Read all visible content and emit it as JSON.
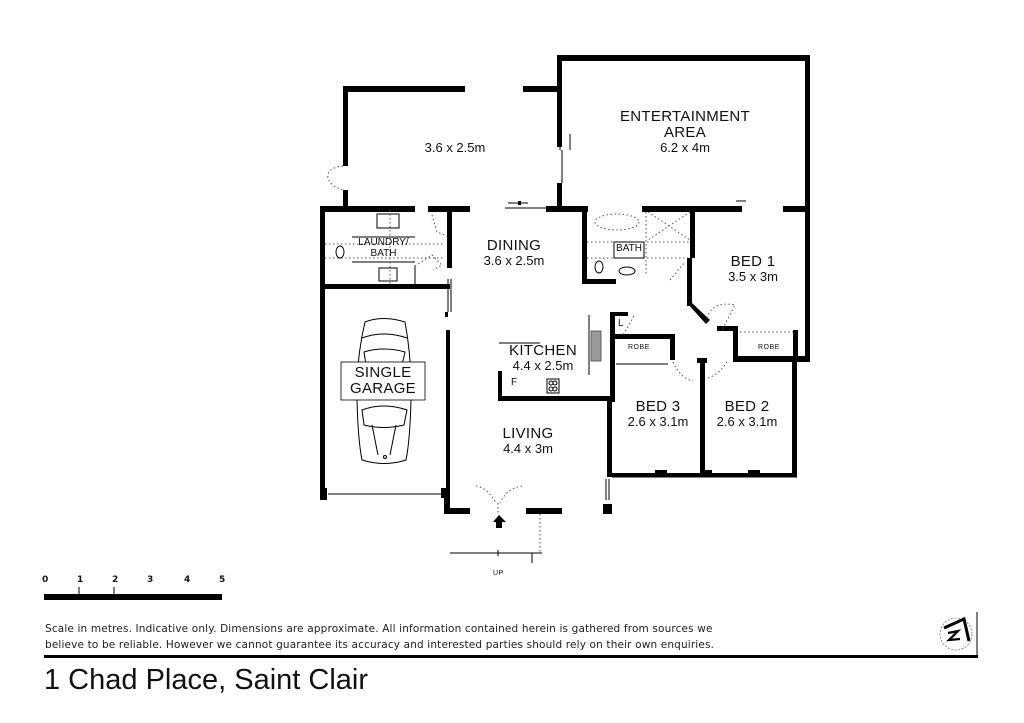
{
  "property": {
    "address": "1 Chad Place, Saint Clair"
  },
  "rooms": [
    {
      "id": "alfresco",
      "name": "",
      "dimensions": "3.6 x 2.5m"
    },
    {
      "id": "entertainment",
      "name_line1": "ENTERTAINMENT",
      "name_line2": "AREA",
      "dimensions": "6.2 x 4m"
    },
    {
      "id": "laundry",
      "name_line1": "LAUNDRY/",
      "name_line2": "BATH"
    },
    {
      "id": "dining",
      "name": "DINING",
      "dimensions": "3.6 x 2.5m"
    },
    {
      "id": "bath",
      "name": "BATH"
    },
    {
      "id": "bed1",
      "name": "BED 1",
      "dimensions": "3.5 x 3m"
    },
    {
      "id": "kitchen",
      "name": "KITCHEN",
      "dimensions": "4.4 x 2.5m"
    },
    {
      "id": "garage",
      "name_line1": "SINGLE",
      "name_line2": "GARAGE"
    },
    {
      "id": "bed3",
      "name": "BED 3",
      "dimensions": "2.6 x 3.1m"
    },
    {
      "id": "bed2",
      "name": "BED 2",
      "dimensions": "2.6 x 3.1m"
    },
    {
      "id": "living",
      "name": "LIVING",
      "dimensions": "4.4 x 3m"
    }
  ],
  "fixtures": {
    "linen": "L",
    "robe_bed3": "ROBE",
    "robe_bed1": "ROBE",
    "fridge": "F",
    "stairs": "UP"
  },
  "scale": {
    "unit": "metres",
    "ticks": [
      "0",
      "1",
      "2",
      "3",
      "4",
      "5"
    ]
  },
  "footer": {
    "disclaimer_line1": "Scale in metres. Indicative only. Dimensions are approximate.  All information contained herein is gathered from sources we",
    "disclaimer_line2": "believe to be reliable. However we cannot guarantee its accuracy and interested parties should rely on their own enquiries."
  },
  "compass": {
    "icon": "north-arrow",
    "label": "N"
  }
}
